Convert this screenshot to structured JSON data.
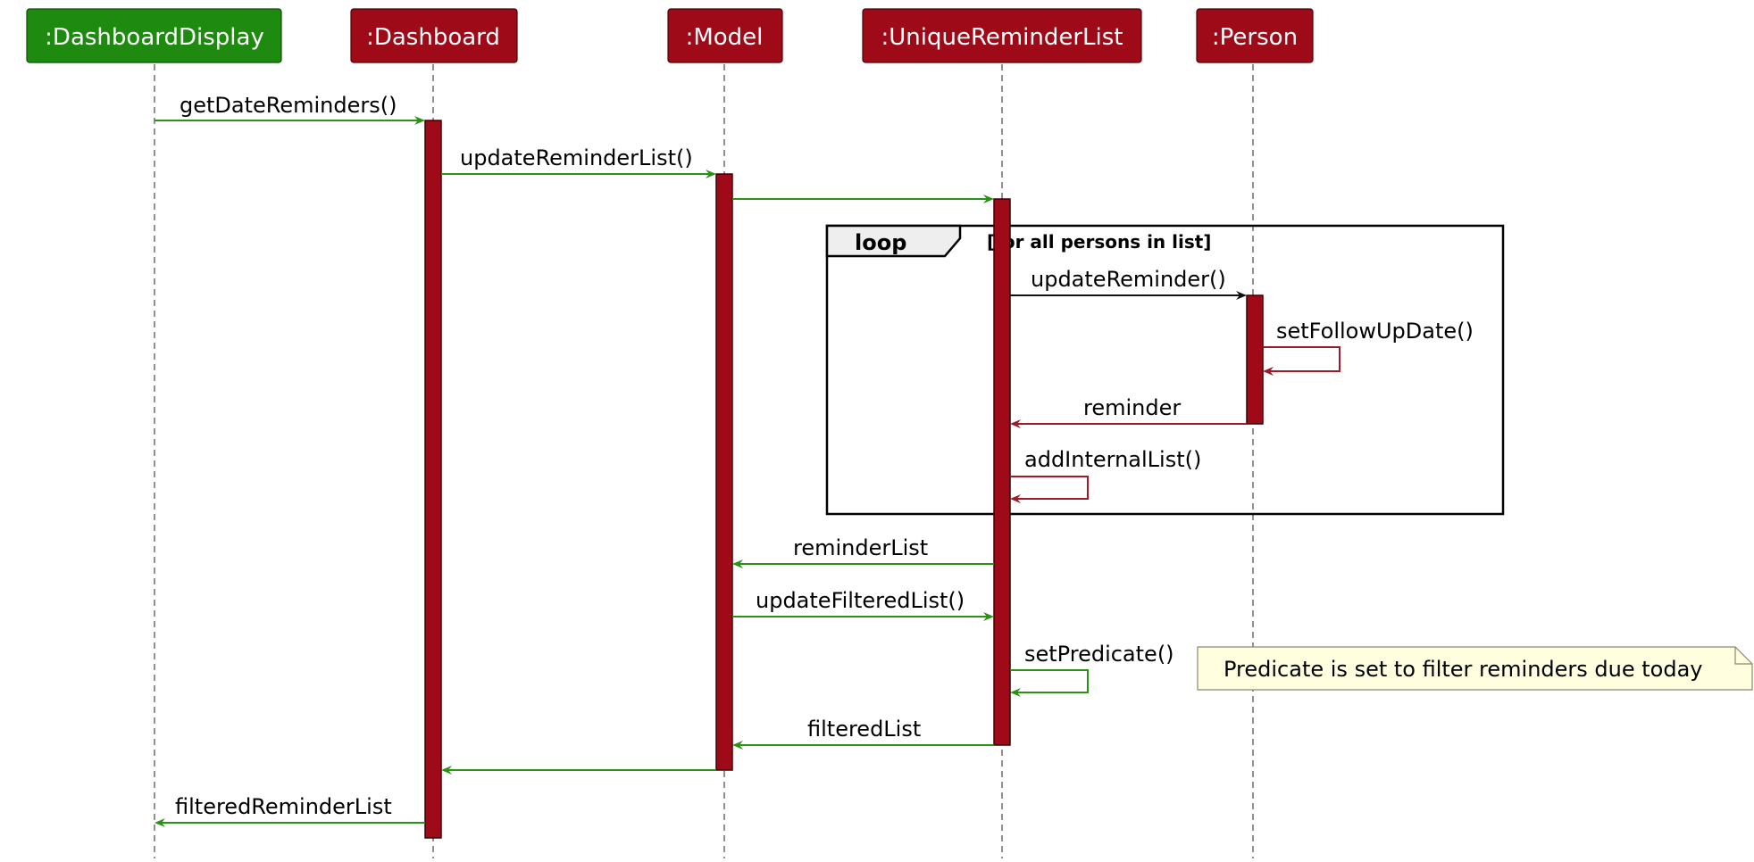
{
  "participants": [
    {
      "id": "dd",
      "label": ":DashboardDisplay",
      "color": "#1e8a0f"
    },
    {
      "id": "db",
      "label": ":Dashboard",
      "color": "#9e0a18"
    },
    {
      "id": "mdl",
      "label": ":Model",
      "color": "#9e0a18"
    },
    {
      "id": "url",
      "label": ":UniqueReminderList",
      "color": "#9e0a18"
    },
    {
      "id": "per",
      "label": ":Person",
      "color": "#9e0a18"
    }
  ],
  "messages": [
    {
      "label": "getDateReminders()",
      "color": "#2a9215"
    },
    {
      "label": "updateReminderList()",
      "color": "#2a9215"
    },
    {
      "label": "",
      "color": "#2a9215"
    },
    {
      "label": "updateReminder()",
      "color": "#111111"
    },
    {
      "label": "setFollowUpDate()",
      "color": "#a11a2a"
    },
    {
      "label": "reminder",
      "color": "#a11a2a"
    },
    {
      "label": "addInternalList()",
      "color": "#a11a2a"
    },
    {
      "label": "reminderList",
      "color": "#2a9215"
    },
    {
      "label": "updateFilteredList()",
      "color": "#2a9215"
    },
    {
      "label": "setPredicate()",
      "color": "#2a9215"
    },
    {
      "label": "filteredList",
      "color": "#2a9215"
    },
    {
      "label": "",
      "color": "#2a9215"
    },
    {
      "label": "filteredReminderList",
      "color": "#2a9215"
    }
  ],
  "loop": {
    "keyword": "loop",
    "guard": "[for all persons in list]"
  },
  "note": {
    "text": "Predicate is set to filter reminders due today"
  },
  "activation_color": "#9e0a18"
}
